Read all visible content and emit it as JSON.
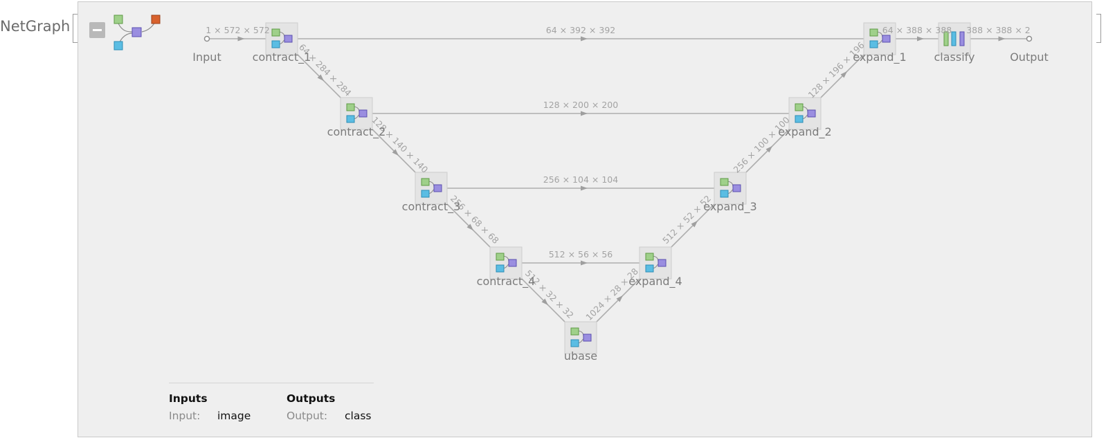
{
  "header": {
    "title": "NetGraph"
  },
  "graph": {
    "nodes": [
      {
        "id": "input",
        "label": "Input"
      },
      {
        "id": "contract_1",
        "label": "contract_1"
      },
      {
        "id": "contract_2",
        "label": "contract_2"
      },
      {
        "id": "contract_3",
        "label": "contract_3"
      },
      {
        "id": "contract_4",
        "label": "contract_4"
      },
      {
        "id": "ubase",
        "label": "ubase"
      },
      {
        "id": "expand_4",
        "label": "expand_4"
      },
      {
        "id": "expand_3",
        "label": "expand_3"
      },
      {
        "id": "expand_2",
        "label": "expand_2"
      },
      {
        "id": "expand_1",
        "label": "expand_1"
      },
      {
        "id": "classify",
        "label": "classify"
      },
      {
        "id": "output",
        "label": "Output"
      }
    ],
    "edges": [
      {
        "from": "input",
        "to": "contract_1",
        "label": "1 × 572 × 572"
      },
      {
        "from": "contract_1",
        "to": "contract_2",
        "label": "64 × 284 × 284"
      },
      {
        "from": "contract_2",
        "to": "contract_3",
        "label": "128 × 140 × 140"
      },
      {
        "from": "contract_3",
        "to": "contract_4",
        "label": "256 × 68 × 68"
      },
      {
        "from": "contract_4",
        "to": "ubase",
        "label": "512 × 32 × 32"
      },
      {
        "from": "ubase",
        "to": "expand_4",
        "label": "1024 × 28 × 28"
      },
      {
        "from": "contract_4",
        "to": "expand_4",
        "label": "512 × 56 × 56"
      },
      {
        "from": "expand_4",
        "to": "expand_3",
        "label": "512 × 52 × 52"
      },
      {
        "from": "contract_3",
        "to": "expand_3",
        "label": "256 × 104 × 104"
      },
      {
        "from": "expand_3",
        "to": "expand_2",
        "label": "256 × 100 × 100"
      },
      {
        "from": "contract_2",
        "to": "expand_2",
        "label": "128 × 200 × 200"
      },
      {
        "from": "expand_2",
        "to": "expand_1",
        "label": "128 × 196 × 196"
      },
      {
        "from": "contract_1",
        "to": "expand_1",
        "label": "64 × 392 × 392"
      },
      {
        "from": "expand_1",
        "to": "classify",
        "label": "64 × 388 × 388"
      },
      {
        "from": "classify",
        "to": "output",
        "label": "388 × 388 × 2"
      }
    ]
  },
  "legend": {
    "inputs_header": "Inputs",
    "outputs_header": "Outputs",
    "input_key": "Input:",
    "input_value": "image",
    "output_key": "Output:",
    "output_value": "class"
  }
}
